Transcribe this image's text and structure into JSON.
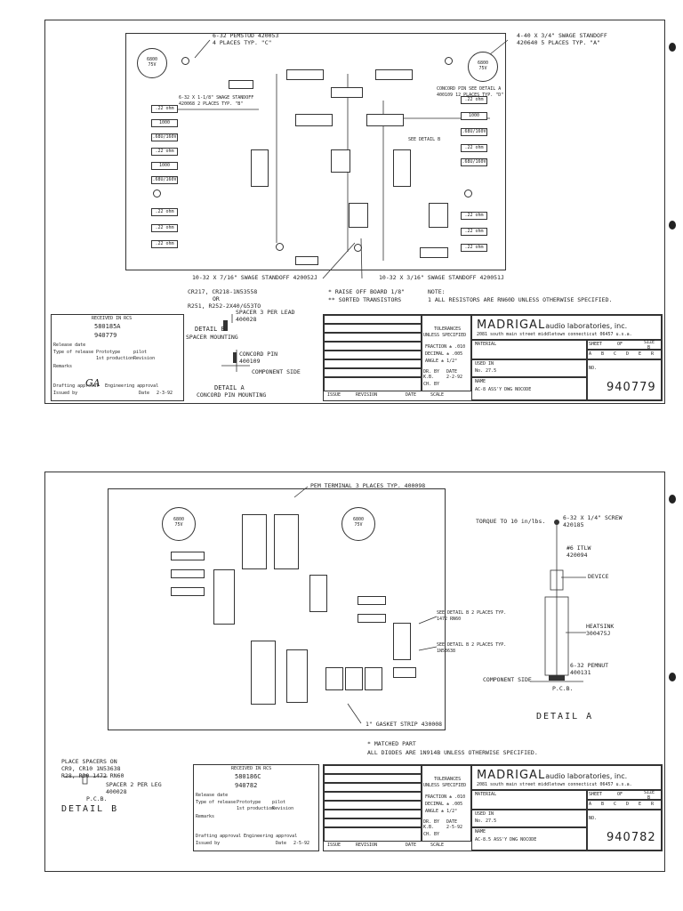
{
  "top": {
    "callouts": {
      "pemstud": "6-32 PEMSTUD 420053",
      "pemstud_sub": "4 PLACES TYP. \"C\"",
      "swage_34": "4-40 X 3/4\" SWAGE STANDOFF",
      "swage_34_sub": "420640 5 PLACES TYP. \"A\"",
      "swage_118": "6-32 X 1-1/8\" SWAGE STANDOFF",
      "swage_118_sub": "420068 2 PLACES TYP. \"B\"",
      "concord_pin": "CONCORD PIN SEE DETAIL A",
      "concord_pin_sub": "400109 12 PLACES TYP. \"D\"",
      "see_detail_b": "SEE DETAIL B",
      "swage_716": "10-32 X 7/16\" SWAGE STANDOFF 420052J",
      "swage_316": "10-32 X 3/16\" SWAGE STANDOFF 420051J"
    },
    "notes": {
      "raise": "* RAISE OFF BOARD 1/8\"",
      "sorted": "** SORTED TRANSISTORS",
      "note_hdr": "NOTE:",
      "note_1": "1  ALL RESISTORS ARE RN60D UNLESS OTHERWISE SPECIFIED."
    },
    "detail_b": {
      "line1": "CR217, CR218-1N53558",
      "line2": "OR",
      "line3": "R251, R252-2X40/G53TO",
      "spacer": "SPACER 3 PER LEAD",
      "spacer_pn": "400028",
      "title": "DETAIL B",
      "subtitle": "SPACER MOUNTING"
    },
    "detail_a": {
      "pin": "CONCORD PIN",
      "pin_pn": "400109",
      "side": "COMPONENT SIDE",
      "title": "DETAIL A",
      "subtitle": "CONCORD PIN MOUNTING"
    },
    "stamp": {
      "header": "RECEIVED IN RCS",
      "part_no": "580185A",
      "dwg_no": "940779",
      "release_date": "Release date",
      "type_of_release": "Type of release",
      "prototype": "Prototype",
      "pilot": "pilot",
      "first_production": "1st production",
      "revision": "Revision",
      "remarks": "Remarks",
      "drafting": "Drafting approval",
      "engineering": "Engineering approval",
      "issued_by": "Issued by",
      "date": "Date",
      "date_val": "2-3-92",
      "signature": "GA"
    },
    "title_block": {
      "tolerances": "TOLERANCES",
      "unless": "UNLESS SPECIFIED",
      "fraction": "FRACTION ± .010",
      "decimal": "DECIMAL ± .005",
      "angle": "ANGLE ± 1/2°",
      "dr_by": "DR. BY",
      "dr_by_val": "K.B.",
      "date": "DATE",
      "date_val": "2-2-92",
      "ch_by": "CH. BY",
      "issue": "ISSUE",
      "revision": "REVISION",
      "date_col": "DATE",
      "scale": "SCALE",
      "company": "MADRIGAL",
      "company_sub": "audio laboratories, inc.",
      "address": "2081 south main street middletown connecticut 06457 u.s.a.",
      "material": "MATERIAL",
      "sheet": "SHEET",
      "of": "OF",
      "size": "SIZE",
      "size_val": "B",
      "letters": [
        "A",
        "B",
        "C",
        "D",
        "E",
        "R"
      ],
      "used_in": "USED IN",
      "used_in_val": "No. 27.5",
      "name": "NAME",
      "name_val": "AC-8 ASS'Y DWG NOCODE",
      "no": "NO.",
      "dwg_no": "940779"
    }
  },
  "bottom": {
    "callouts": {
      "pem_terminal": "PEM TERMINAL 3 PLACES TYP. 400098",
      "torque": "TORQUE TO 10 in/lbs.",
      "screw": "6-32 X 1/4\" SCREW",
      "screw_pn": "420185",
      "itlw": "#6 ITLW",
      "itlw_pn": "420094",
      "device": "DEVICE",
      "heatsink": "HEATSINK",
      "heatsink_pn": "300475J",
      "pemnut": "6-32 PEMNUT",
      "pemnut_pn": "400131",
      "comp_side": "COMPONENT SIDE",
      "pcb": "P.C.B.",
      "detail_a": "DETAIL A",
      "see_b1": "SEE DETAIL B 2 PLACES TYP.",
      "see_b1_sub": "1472 RN60",
      "see_b2": "SEE DETAIL B 2 PLACES TYP.",
      "see_b2_sub": "1N53638",
      "gasket": "1\" GASKET STRIP 430008"
    },
    "notes": {
      "matched": "* MATCHED PART",
      "diodes": "ALL DIODES ARE 1N914B UNLESS OTHERWISE SPECIFIED."
    },
    "detail_b": {
      "line1": "PLACE SPACERS ON",
      "line2": "CR9, CR10 1N53638",
      "line3": "R28, R30 1472 RN60",
      "spacer": "SPACER 2 PER LEG",
      "spacer_pn": "400028",
      "pcb": "P.C.B.",
      "title": "DETAIL B"
    },
    "stamp": {
      "header": "RECEIVED IN RCS",
      "part_no": "580186C",
      "dwg_no": "940782",
      "date_val": "2-5-92"
    },
    "title_block": {
      "date_val": "2-5-92",
      "used_in_val": "No. 27.5",
      "name_val": "AC-8.5 ASS'Y DWG NOCODE",
      "dwg_no": "940782"
    }
  }
}
